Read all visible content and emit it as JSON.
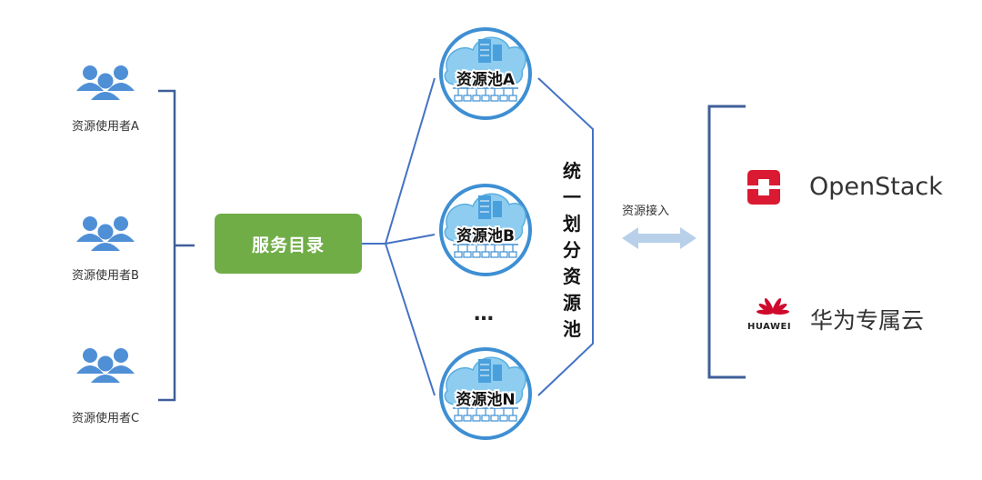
{
  "users": [
    {
      "label": "资源使用者A"
    },
    {
      "label": "资源使用者B"
    },
    {
      "label": "资源使用者C"
    }
  ],
  "catalog": {
    "label": "服务目录"
  },
  "pools": [
    {
      "label": "资源池A"
    },
    {
      "label": "资源池B"
    },
    {
      "label": "资源池N"
    }
  ],
  "ellipsis": "…",
  "unified_title": "统一划分资源池",
  "access": {
    "label": "资源接入"
  },
  "providers": {
    "openstack": {
      "name": "OpenStack"
    },
    "huawei": {
      "brand": "HUAWEI",
      "name": "华为专属云"
    }
  },
  "colors": {
    "user_icon": "#4f8fd6",
    "catalog_fill": "#70ad47",
    "line": "#4472c4",
    "bracket": "#3f5f99",
    "pool_ring": "#3e8fd3",
    "cloud": "#8ecdf0",
    "arrow": "#b8d0ea",
    "openstack_red": "#da1a32",
    "huawei_red": "#cf0a2c"
  }
}
